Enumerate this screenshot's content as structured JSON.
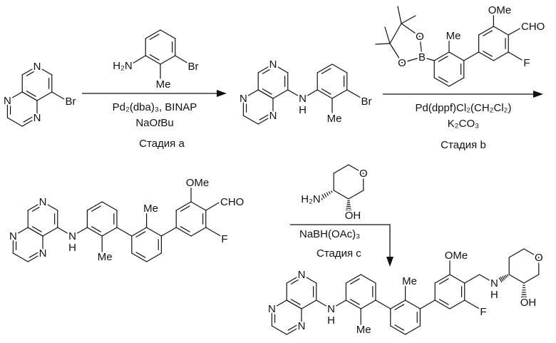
{
  "molecules": [
    {
      "name": "starting-material",
      "labels": [
        "N",
        "N",
        "N",
        "Br"
      ]
    },
    {
      "name": "amine-reagent",
      "labels": [
        "H₂N",
        "Br",
        "Me"
      ]
    },
    {
      "name": "intermediate-1",
      "labels": [
        "N",
        "N",
        "N",
        "N",
        "H",
        "Br",
        "Me"
      ]
    },
    {
      "name": "boronate-reagent",
      "labels": [
        "O",
        "B",
        "O",
        "Me",
        "OMe",
        "CHO",
        "F"
      ]
    },
    {
      "name": "intermediate-2",
      "labels": [
        "N",
        "N",
        "N",
        "N",
        "H",
        "Me",
        "Me",
        "OMe",
        "CHO",
        "F"
      ]
    },
    {
      "name": "amino-alcohol-reagent",
      "labels": [
        "O",
        "H₂N",
        "OH"
      ]
    },
    {
      "name": "product",
      "labels": [
        "N",
        "N",
        "N",
        "N",
        "H",
        "Me",
        "Me",
        "OMe",
        "F",
        "N",
        "H",
        "O",
        "OH"
      ]
    }
  ],
  "stage_a": {
    "catalyst": "Pd₂(dba)₃, BINAP",
    "base_prefix": "NaO",
    "base_italic": "t",
    "base_suffix": "Bu",
    "label": "Стадия a"
  },
  "stage_b": {
    "catalyst": "Pd(dppf)Cl₂(CH₂Cl₂)",
    "base": "K₂CO₃",
    "label": "Стадия b"
  },
  "stage_c": {
    "reductant": "NaBH(OAc)₃",
    "label": "Стадия с"
  }
}
